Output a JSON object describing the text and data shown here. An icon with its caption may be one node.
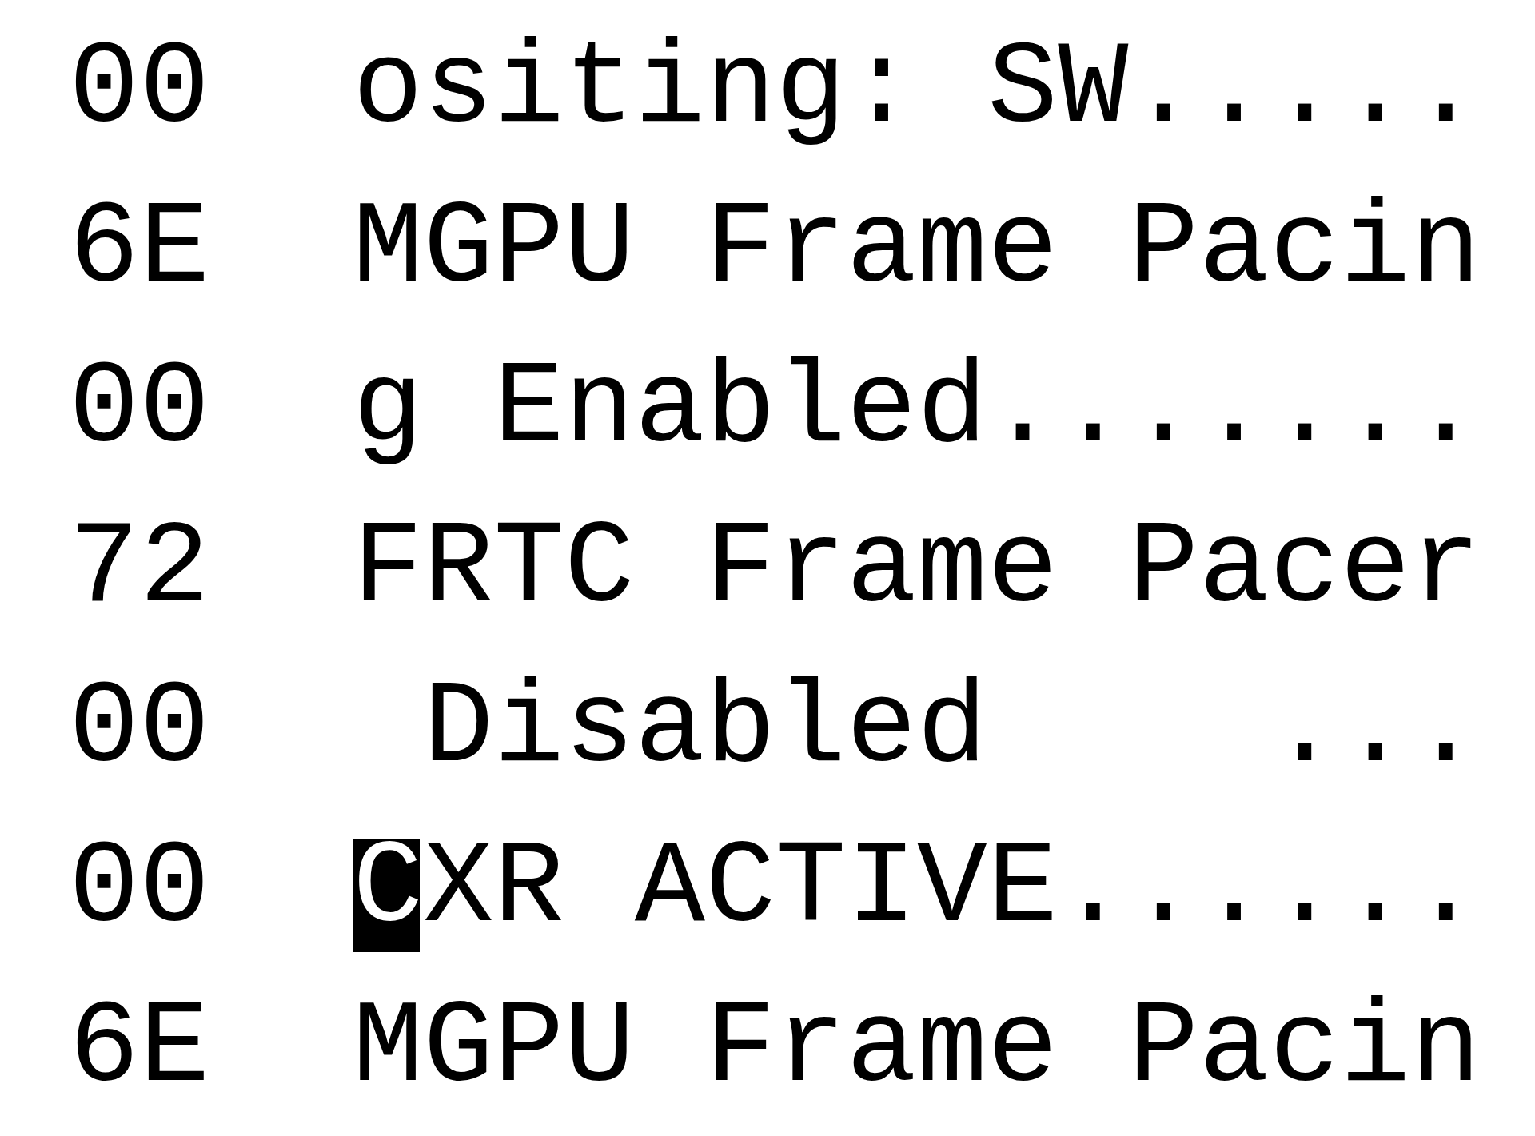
{
  "diagram": {
    "nodes": [
      {
        "text": [],
        "shape": "box"
      }
    ],
    "labels": [
      "00",
      "ositing: SW.....",
      "6E",
      "MGPU Frame Pacin",
      "00",
      "g Enabled.......",
      "72",
      "FRTC Frame Pacer",
      "00",
      " Disabled    ...",
      "00",
      "CXR ACTIVE......",
      "6E",
      "MGPU Frame Pacin"
    ]
  }
}
